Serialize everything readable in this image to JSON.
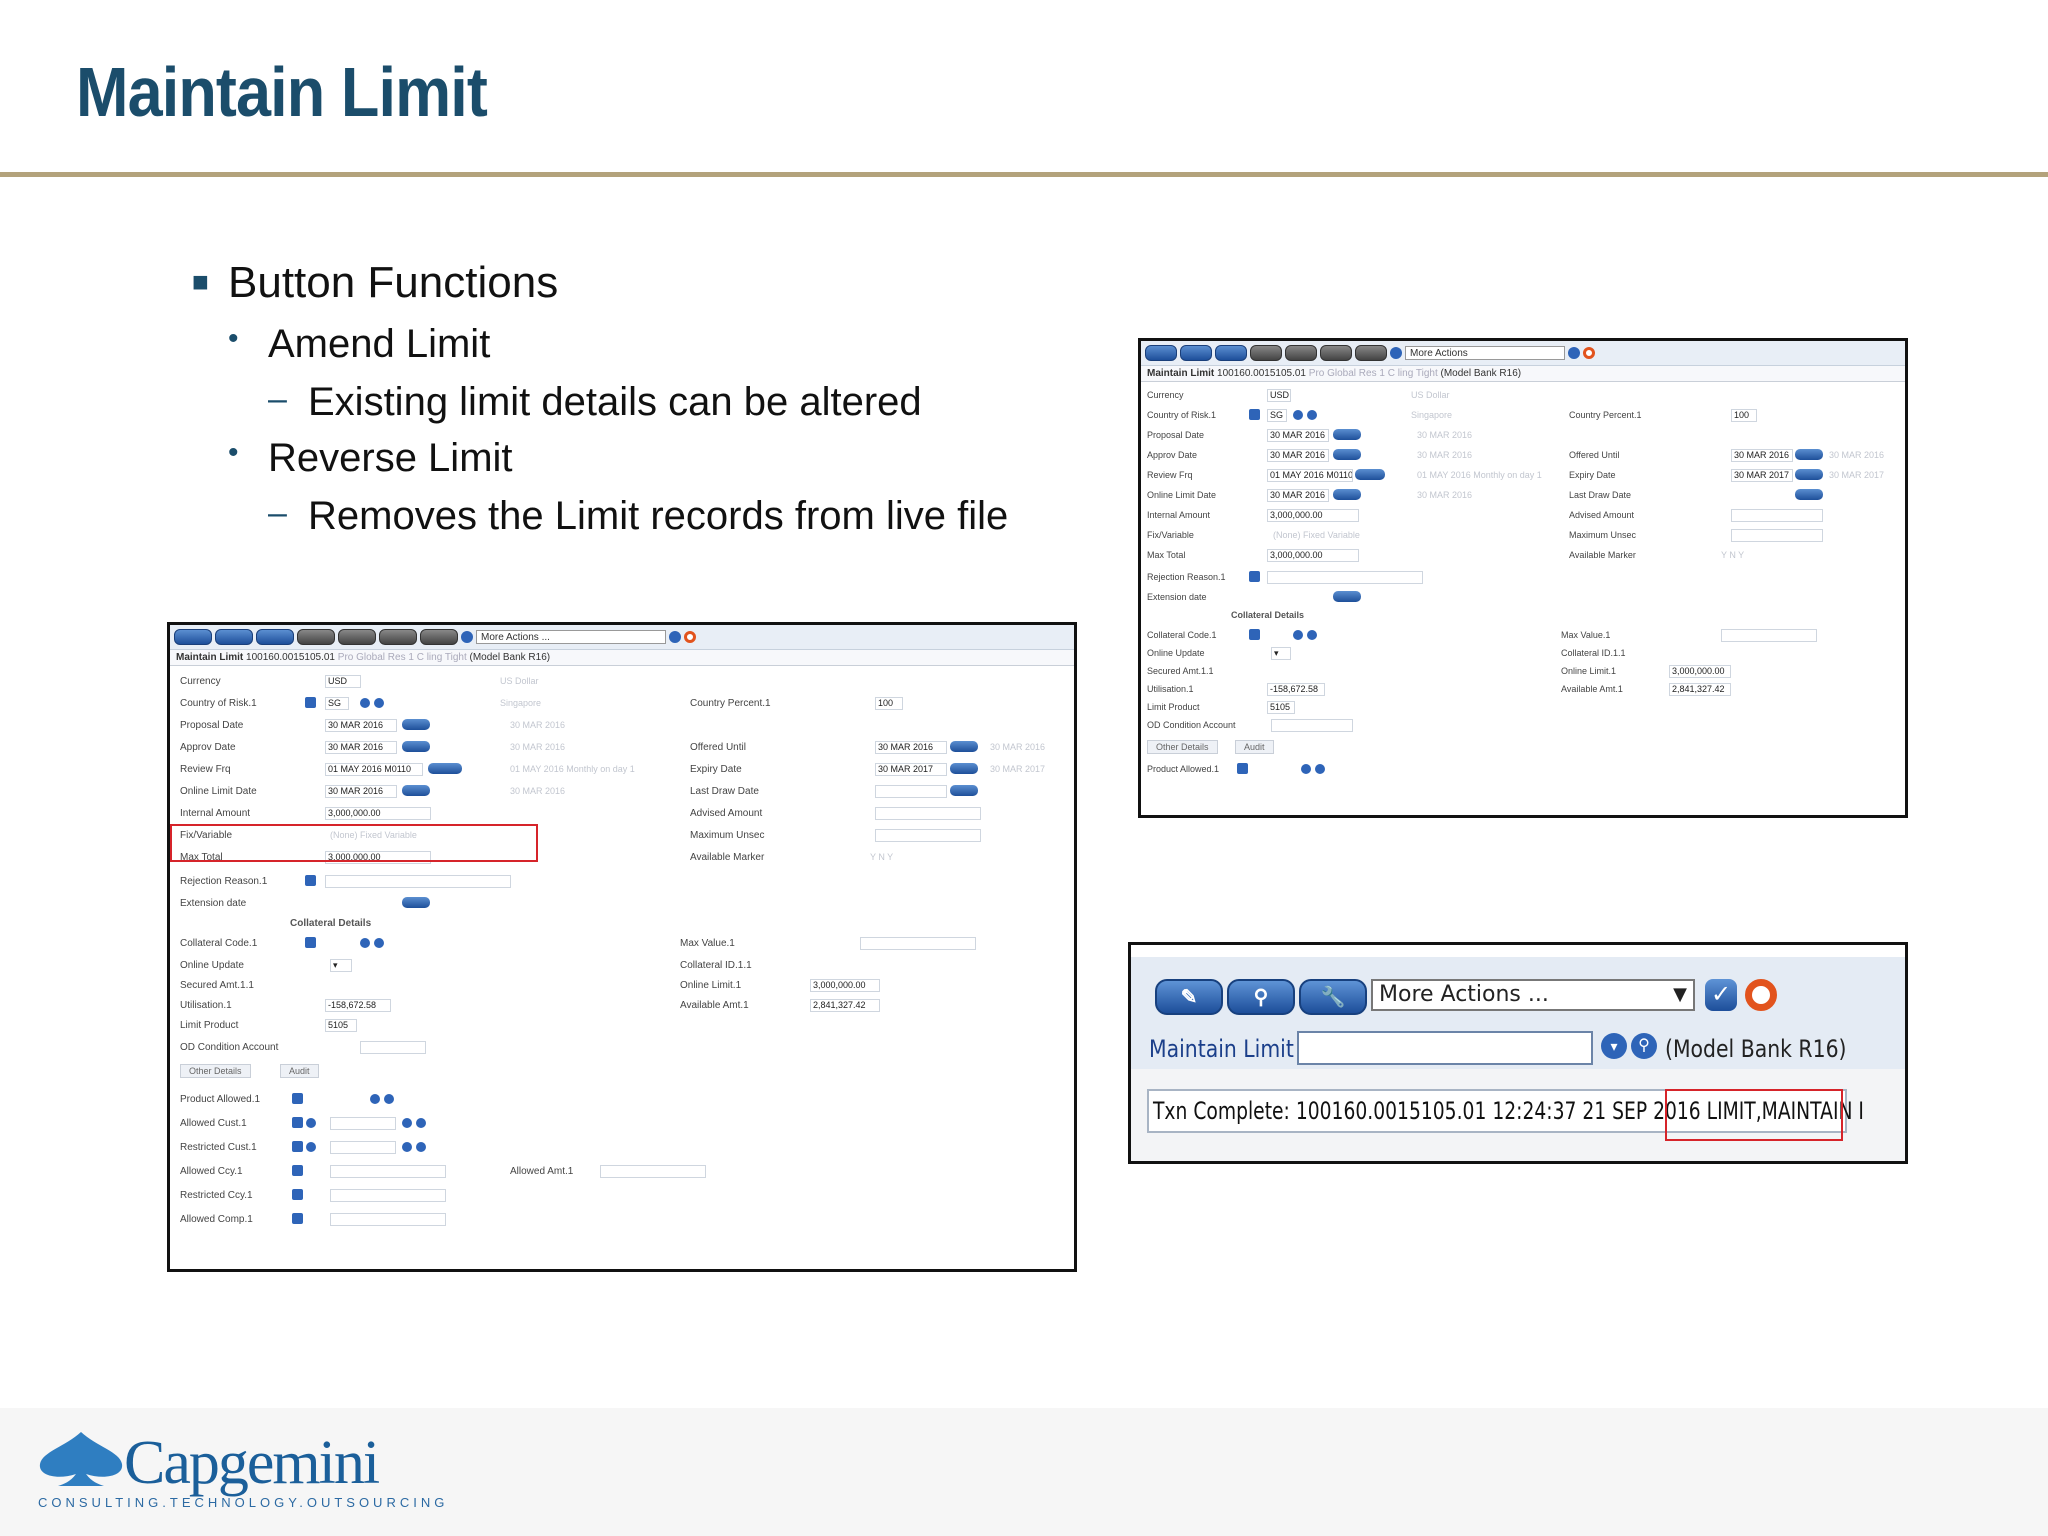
{
  "slide": {
    "title": "Maintain Limit",
    "bullets": [
      {
        "level": 1,
        "text": "Button Functions"
      },
      {
        "level": 2,
        "text": "Amend Limit"
      },
      {
        "level": 3,
        "text": "Existing limit details can be altered"
      },
      {
        "level": 2,
        "text": "Reverse Limit"
      },
      {
        "level": 3,
        "text": "Removes the Limit records from live file"
      }
    ]
  },
  "screenshot_left": {
    "toolbar": {
      "more_actions": "More Actions ..."
    },
    "subheader": {
      "app": "Maintain Limit",
      "id": "100160.0015105.01",
      "faint": "Pro Global Res 1 C ling Tight",
      "model": "(Model Bank R16)"
    },
    "fields": {
      "currency": "Currency",
      "currency_val": "USD",
      "currency_desc": "US Dollar",
      "country": "Country of Risk.1",
      "country_val": "SG",
      "country_desc": "Singapore",
      "country_percent": "Country Percent.1",
      "country_percent_val": "100",
      "proposal": "Proposal Date",
      "proposal_val": "30 MAR 2016",
      "proposal_desc": "30 MAR 2016",
      "approv": "Approv Date",
      "approv_val": "30 MAR 2016",
      "approv_desc": "30 MAR 2016",
      "offered": "Offered Until",
      "offered_val": "30 MAR 2016",
      "offered_desc": "30 MAR 2016",
      "review": "Review Frq",
      "review_val": "01 MAY 2016 M0110",
      "review_desc": "01 MAY 2016 Monthly on day 1",
      "expiry": "Expiry Date",
      "expiry_val": "30 MAR 2017",
      "expiry_desc": "30 MAR 2017",
      "online_date": "Online Limit Date",
      "online_date_val": "30 MAR 2016",
      "online_date_desc": "30 MAR 2016",
      "last_draw": "Last Draw Date",
      "internal": "Internal Amount",
      "internal_val": "3,000,000.00",
      "advised": "Advised Amount",
      "fixvar": "Fix/Variable",
      "fixvar_opts": "(None)   Fixed   Variable",
      "max_unsec": "Maximum Unsec",
      "max_total": "Max Total",
      "max_total_val": "3,000,000.00",
      "avail_marker": "Available Marker",
      "avail_opts": "Y   N   Y",
      "rejection": "Rejection Reason.1",
      "extension": "Extension date",
      "collateral_details": "Collateral Details",
      "coll_code": "Collateral Code.1",
      "max_value": "Max Value.1",
      "online_update": "Online Update",
      "coll_id": "Collateral ID.1.1",
      "secured": "Secured Amt.1.1",
      "online_limit": "Online Limit.1",
      "online_limit_val": "3,000,000.00",
      "utilisation": "Utilisation.1",
      "utilisation_val": "-158,672.58",
      "available_amt": "Available Amt.1",
      "available_amt_val": "2,841,327.42",
      "limit_product": "Limit Product",
      "limit_product_val": "5105",
      "od_condition": "OD Condition Account",
      "tab_other": "Other Details",
      "tab_audit": "Audit",
      "product_allowed": "Product Allowed.1",
      "allowed_cust": "Allowed Cust.1",
      "restricted_cust": "Restricted Cust.1",
      "allowed_ccy": "Allowed Ccy.1",
      "allowed_amt": "Allowed Amt.1",
      "restricted_ccy": "Restricted Ccy.1",
      "allowed_comp": "Allowed Comp.1"
    }
  },
  "screenshot_right_top": {
    "toolbar": {
      "more_actions": "More Actions"
    },
    "subheader": {
      "app": "Maintain Limit",
      "id": "100160.0015105.01",
      "faint": "Pro Global Res 1 C ling Tight",
      "model": "(Model Bank R16)"
    }
  },
  "screenshot_zoom": {
    "more_actions": "More Actions ...",
    "app": "Maintain Limit",
    "model": "(Model Bank R16)",
    "txn_label": "Txn Complete:",
    "txn_id": "100160.0015105.01 12:24:37 21 SEP 2016",
    "txn_cmd": "LIMIT,MAINTAIN I"
  },
  "logo": {
    "name": "Capgemini",
    "tagline": "CONSULTING.TECHNOLOGY.OUTSOURCING"
  },
  "colors": {
    "title": "#1b4d6b",
    "rule": "#b3a27b",
    "highlight": "#d6242a",
    "button_blue": "#2e64b8"
  }
}
